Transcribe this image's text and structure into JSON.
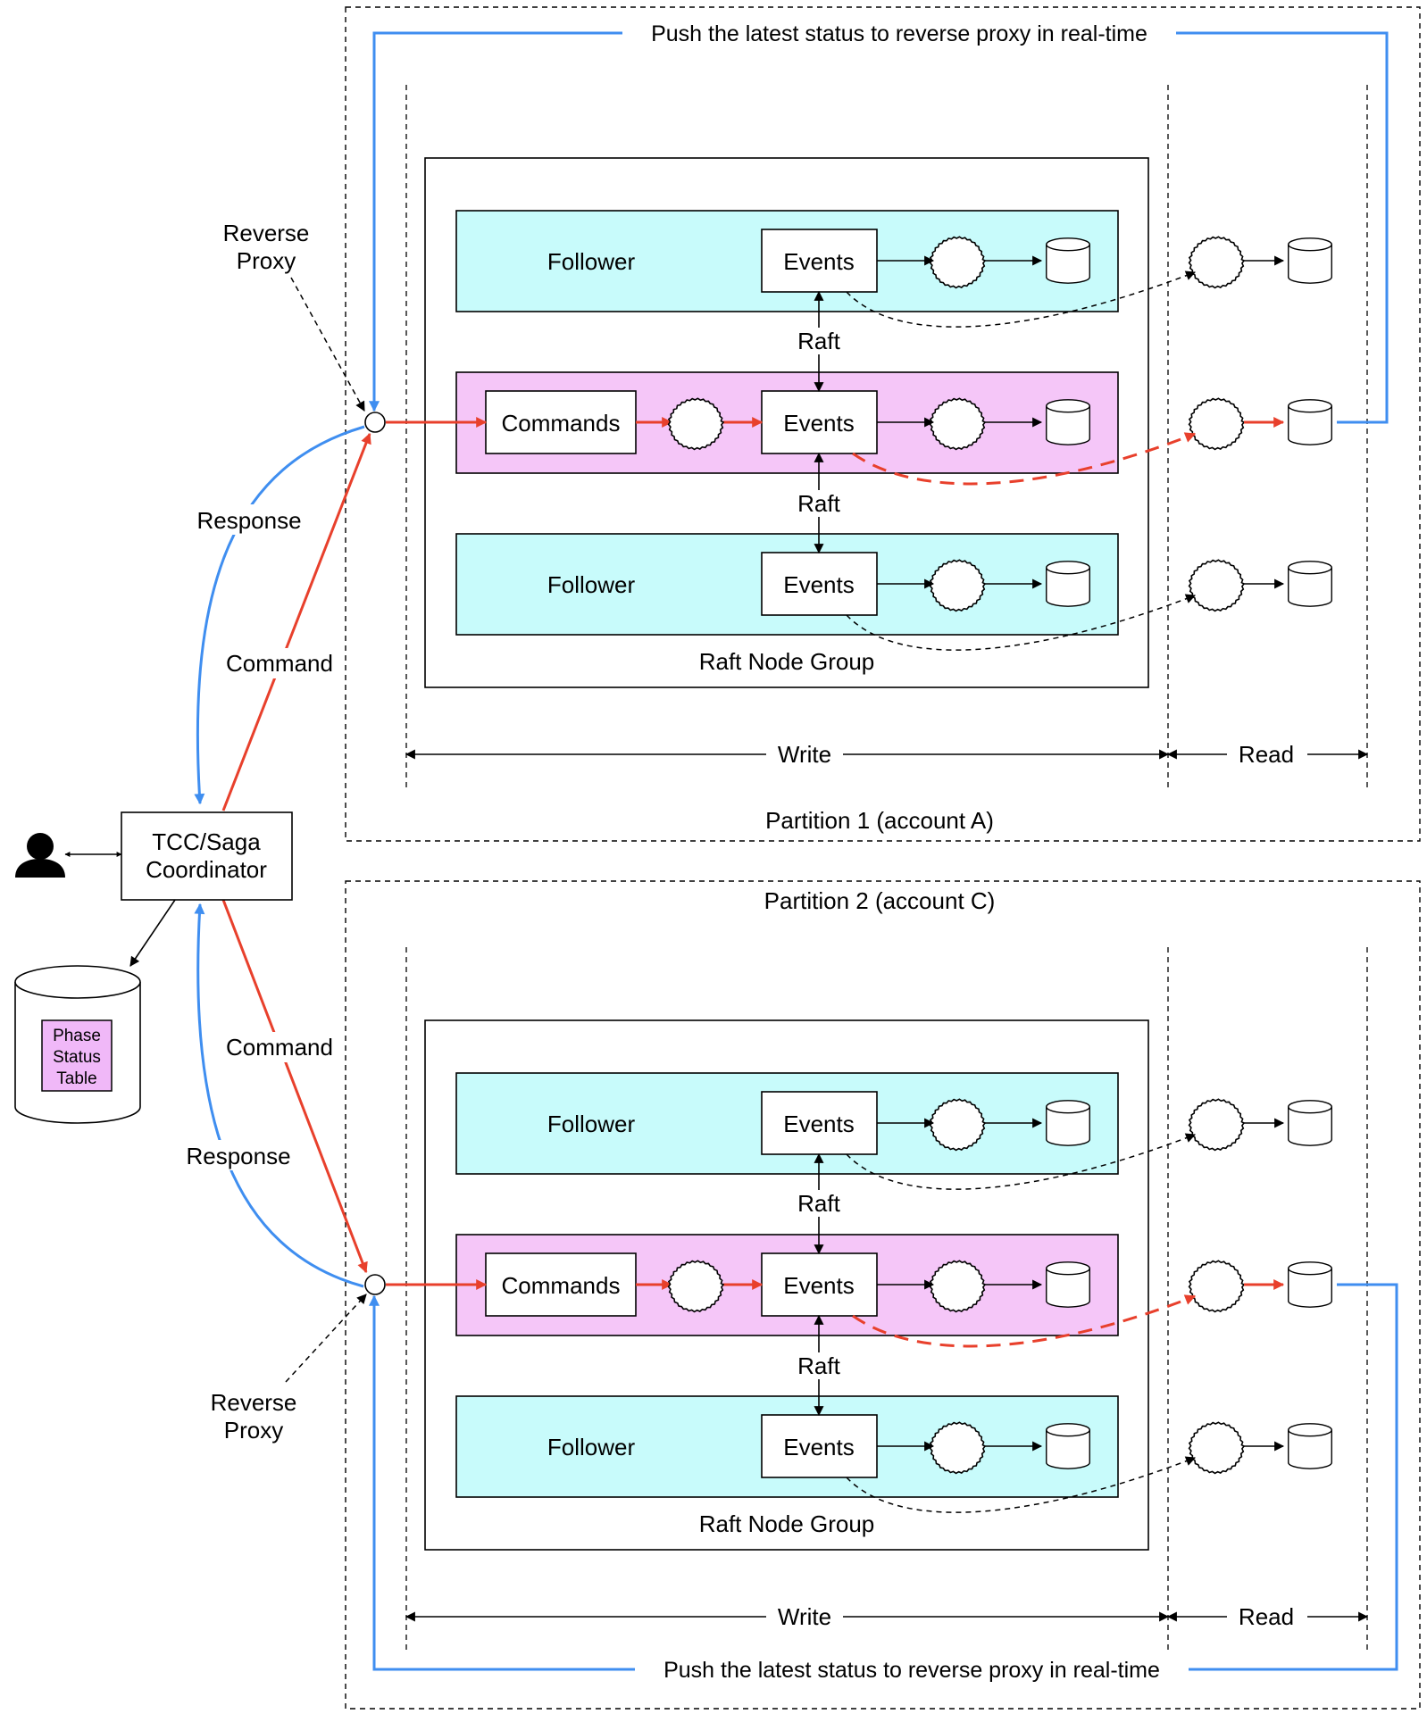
{
  "partitions": [
    {
      "label": "Partition 1 (account A)",
      "push_note": "Push the latest status to reverse proxy in real-time",
      "group_label": "Raft Node Group",
      "write_label": "Write",
      "read_label": "Read",
      "follower_top": "Follower",
      "follower_bottom": "Follower",
      "commands_label": "Commands",
      "events_label": "Events",
      "raft_label": "Raft"
    },
    {
      "label": "Partition 2 (account C)",
      "push_note": "Push the latest status to reverse proxy in real-time",
      "group_label": "Raft Node Group",
      "write_label": "Write",
      "read_label": "Read",
      "follower_top": "Follower",
      "follower_bottom": "Follower",
      "commands_label": "Commands",
      "events_label": "Events",
      "raft_label": "Raft"
    }
  ],
  "coordinator": {
    "line1": "TCC/Saga",
    "line2": "Coordinator"
  },
  "phase_table": {
    "line1": "Phase",
    "line2": "Status",
    "line3": "Table"
  },
  "labels": {
    "reverse_proxy_line1": "Reverse",
    "reverse_proxy_line2": "Proxy",
    "response": "Response",
    "command": "Command"
  },
  "icons": [
    "user-icon",
    "event-processor-icon",
    "database-icon"
  ],
  "colors": {
    "follower_fill": "#C8FBFB",
    "leader_fill": "#F5C6F8",
    "phase_fill": "#F0B8F8",
    "command_arrow": "#E8402C",
    "response_arrow": "#3F8EF0"
  }
}
